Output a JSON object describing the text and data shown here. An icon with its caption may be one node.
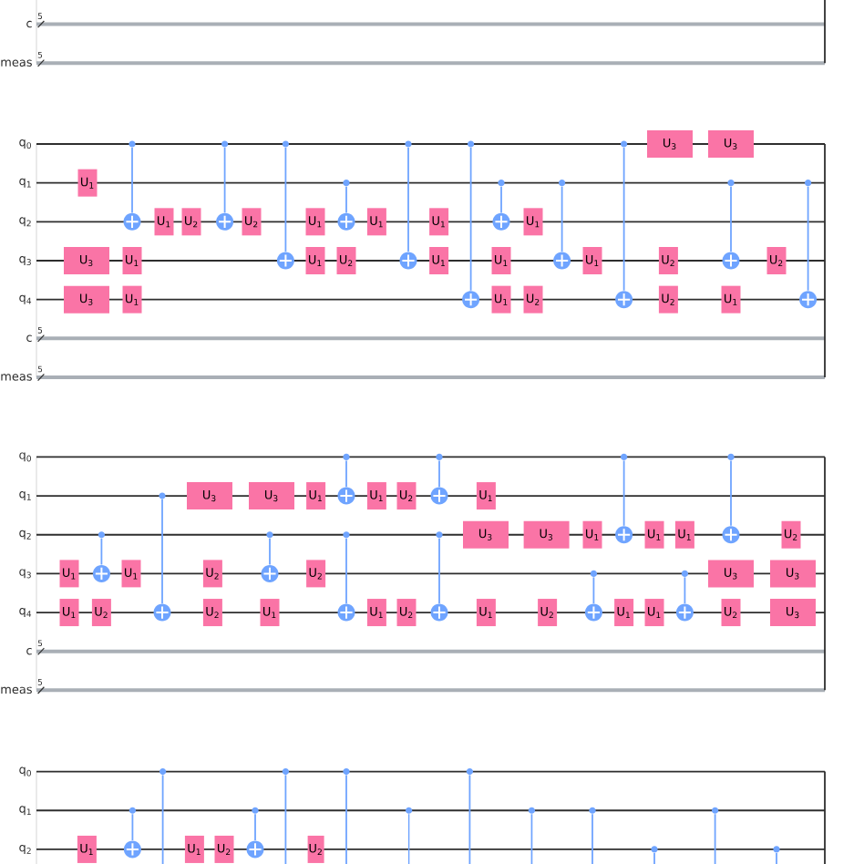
{
  "diagram": {
    "nodes": [
      {
        "text": [
          "U$_{1}$"
        ]
      },
      {
        "text": [
          "U$_{3}$"
        ]
      },
      {
        "text": [
          "U$_{3}$"
        ]
      },
      {
        "text": [],
        "shape": "dot"
      },
      {
        "text": [],
        "shape": "circle"
      },
      {
        "text": [
          "U$_{1}$"
        ]
      },
      {
        "text": [
          "U$_{1}$"
        ]
      },
      {
        "text": [
          "U$_{1}$"
        ]
      },
      {
        "text": [
          "U$_{2}$"
        ]
      },
      {
        "text": [],
        "shape": "dot"
      },
      {
        "text": [],
        "shape": "circle"
      },
      {
        "text": [
          "U$_{2}$"
        ]
      },
      {
        "text": [],
        "shape": "dot"
      },
      {
        "text": [],
        "shape": "circle"
      },
      {
        "text": [
          "U$_{1}$"
        ]
      },
      {
        "text": [
          "U$_{1}$"
        ]
      },
      {
        "text": [],
        "shape": "dot"
      },
      {
        "text": [],
        "shape": "circle"
      },
      {
        "text": [
          "U$_{2}$"
        ]
      },
      {
        "text": [
          "U$_{1}$"
        ]
      },
      {
        "text": [],
        "shape": "dot"
      },
      {
        "text": [],
        "shape": "circle"
      },
      {
        "text": [
          "U$_{1}$"
        ]
      },
      {
        "text": [
          "U$_{1}$"
        ]
      },
      {
        "text": [],
        "shape": "dot"
      },
      {
        "text": [],
        "shape": "circle"
      },
      {
        "text": [],
        "shape": "dot"
      },
      {
        "text": [],
        "shape": "circle"
      },
      {
        "text": [
          "U$_{1}$"
        ]
      },
      {
        "text": [
          "U$_{1}$"
        ]
      },
      {
        "text": [
          "U$_{1}$"
        ]
      },
      {
        "text": [
          "U$_{2}$"
        ]
      },
      {
        "text": [],
        "shape": "dot"
      },
      {
        "text": [],
        "shape": "circle"
      },
      {
        "text": [
          "U$_{1}$"
        ]
      },
      {
        "text": [],
        "shape": "dot"
      },
      {
        "text": [],
        "shape": "circle"
      },
      {
        "text": [
          "U$_{3}$"
        ]
      },
      {
        "text": [
          "U$_{2}$"
        ]
      },
      {
        "text": [
          "U$_{2}$"
        ]
      },
      {
        "text": [
          "U$_{3}$"
        ]
      },
      {
        "text": [],
        "shape": "dot"
      },
      {
        "text": [],
        "shape": "circle"
      },
      {
        "text": [
          "U$_{1}$"
        ]
      },
      {
        "text": [
          "U$_{2}$"
        ]
      },
      {
        "text": [],
        "shape": "dot"
      },
      {
        "text": [],
        "shape": "circle"
      },
      {
        "text": [
          "U$_{1}$"
        ]
      },
      {
        "text": [
          "U$_{1}$"
        ]
      },
      {
        "text": [],
        "shape": "dot"
      },
      {
        "text": [],
        "shape": "circle"
      },
      {
        "text": [
          "U$_{2}$"
        ]
      },
      {
        "text": [
          "U$_{1}$"
        ]
      },
      {
        "text": [],
        "shape": "dot"
      },
      {
        "text": [],
        "shape": "circle"
      },
      {
        "text": [
          "U$_{3}$"
        ]
      },
      {
        "text": [
          "U$_{2}$"
        ]
      },
      {
        "text": [
          "U$_{2}$"
        ]
      },
      {
        "text": [
          "U$_{3}$"
        ]
      },
      {
        "text": [],
        "shape": "dot"
      },
      {
        "text": [],
        "shape": "circle"
      },
      {
        "text": [
          "U$_{1}$"
        ]
      },
      {
        "text": [
          "U$_{1}$"
        ]
      },
      {
        "text": [
          "U$_{2}$"
        ]
      },
      {
        "text": [],
        "shape": "dot"
      },
      {
        "text": [],
        "shape": "circle"
      },
      {
        "text": [],
        "shape": "dot"
      },
      {
        "text": [],
        "shape": "circle"
      },
      {
        "text": [
          "U$_{1}$"
        ]
      },
      {
        "text": [
          "U$_{1}$"
        ]
      },
      {
        "text": [
          "U$_{2}$"
        ]
      },
      {
        "text": [
          "U$_{2}$"
        ]
      },
      {
        "text": [],
        "shape": "dot"
      },
      {
        "text": [],
        "shape": "circle"
      },
      {
        "text": [],
        "shape": "dot"
      },
      {
        "text": [],
        "shape": "circle"
      },
      {
        "text": [
          "U$_{1}$"
        ]
      },
      {
        "text": [
          "U$_{3}$"
        ]
      },
      {
        "text": [
          "U$_{1}$"
        ]
      },
      {
        "text": [
          "U$_{3}$"
        ]
      },
      {
        "text": [
          "U$_{2}$"
        ]
      },
      {
        "text": [
          "U$_{1}$"
        ]
      },
      {
        "text": [],
        "shape": "dot"
      },
      {
        "text": [],
        "shape": "circle"
      },
      {
        "text": [],
        "shape": "dot"
      },
      {
        "text": [],
        "shape": "circle"
      },
      {
        "text": [
          "U$_{1}$"
        ]
      },
      {
        "text": [
          "U$_{1}$"
        ]
      },
      {
        "text": [
          "U$_{1}$"
        ]
      },
      {
        "text": [
          "U$_{1}$"
        ]
      },
      {
        "text": [],
        "shape": "dot"
      },
      {
        "text": [],
        "shape": "circle"
      },
      {
        "text": [],
        "shape": "dot"
      },
      {
        "text": [],
        "shape": "circle"
      },
      {
        "text": [
          "U$_{3}$"
        ]
      },
      {
        "text": [
          "U$_{2}$"
        ]
      },
      {
        "text": [
          "U$_{2}$"
        ]
      },
      {
        "text": [
          "U$_{3}$"
        ]
      },
      {
        "text": [
          "U$_{3}$"
        ]
      },
      {
        "text": [
          "U$_{1}$"
        ]
      },
      {
        "text": [],
        "shape": "dot"
      },
      {
        "text": [],
        "shape": "circle"
      },
      {
        "text": [],
        "shape": "dot"
      },
      {
        "text": [
          "U$_{1}$"
        ]
      },
      {
        "text": [
          "U$_{2}$"
        ]
      },
      {
        "text": [],
        "shape": "dot"
      },
      {
        "text": [],
        "shape": "circle"
      },
      {
        "text": [],
        "shape": "dot"
      },
      {
        "text": [
          "U$_{2}$"
        ]
      },
      {
        "text": [],
        "shape": "dot"
      },
      {
        "text": [],
        "shape": "dot"
      },
      {
        "text": [],
        "shape": "dot"
      },
      {
        "text": [],
        "shape": "dot"
      },
      {
        "text": [],
        "shape": "dot"
      },
      {
        "text": [],
        "shape": "dot"
      },
      {
        "text": [],
        "shape": "dot"
      },
      {
        "text": [],
        "shape": "dot"
      }
    ],
    "edges": [
      {
        "from": 3,
        "to": 4,
        "arrow": "none"
      },
      {
        "from": 9,
        "to": 10,
        "arrow": "none"
      },
      {
        "from": 12,
        "to": 13,
        "arrow": "none"
      },
      {
        "from": 16,
        "to": 17,
        "arrow": "none"
      },
      {
        "from": 20,
        "to": 21,
        "arrow": "none"
      },
      {
        "from": 24,
        "to": 25,
        "arrow": "none"
      },
      {
        "from": 26,
        "to": 27,
        "arrow": "none"
      },
      {
        "from": 32,
        "to": 33,
        "arrow": "none"
      },
      {
        "from": 35,
        "to": 36,
        "arrow": "none"
      },
      {
        "from": 41,
        "to": 42,
        "arrow": "none"
      },
      {
        "from": 45,
        "to": 46,
        "arrow": "none"
      },
      {
        "from": 49,
        "to": 50,
        "arrow": "none"
      },
      {
        "from": 53,
        "to": 54,
        "arrow": "none"
      },
      {
        "from": 59,
        "to": 60,
        "arrow": "none"
      },
      {
        "from": 64,
        "to": 65,
        "arrow": "none"
      },
      {
        "from": 66,
        "to": 67,
        "arrow": "none"
      },
      {
        "from": 72,
        "to": 73,
        "arrow": "none"
      },
      {
        "from": 74,
        "to": 75,
        "arrow": "none"
      },
      {
        "from": 82,
        "to": 83,
        "arrow": "none"
      },
      {
        "from": 84,
        "to": 85,
        "arrow": "none"
      },
      {
        "from": 90,
        "to": 91,
        "arrow": "none"
      },
      {
        "from": 92,
        "to": 93,
        "arrow": "none"
      },
      {
        "from": 100,
        "to": 101,
        "arrow": "none"
      },
      {
        "from": 102,
        "to": null,
        "arrow": "none"
      },
      {
        "from": 105,
        "to": 106,
        "arrow": "none"
      },
      {
        "from": 107,
        "to": null,
        "arrow": "none"
      },
      {
        "from": 109,
        "to": null,
        "arrow": "none"
      },
      {
        "from": 110,
        "to": null,
        "arrow": "none"
      },
      {
        "from": 111,
        "to": null,
        "arrow": "none"
      },
      {
        "from": 112,
        "to": null,
        "arrow": "none"
      },
      {
        "from": 113,
        "to": null,
        "arrow": "none"
      },
      {
        "from": 114,
        "to": null,
        "arrow": "none"
      },
      {
        "from": 115,
        "to": null,
        "arrow": "none"
      },
      {
        "from": 116,
        "to": null,
        "arrow": "none"
      }
    ],
    "labels": [
      "c",
      "5",
      "meas",
      "5",
      "q$_{0}$",
      "q$_{1}$",
      "q$_{2}$",
      "q$_{3}$",
      "q$_{4}$",
      "c",
      "5",
      "meas",
      "5",
      "q$_{0}$",
      "q$_{1}$",
      "q$_{2}$",
      "q$_{3}$",
      "q$_{4}$",
      "c",
      "5",
      "meas",
      "5",
      "q$_{0}$",
      "q$_{1}$",
      "q$_{2}$"
    ]
  }
}
